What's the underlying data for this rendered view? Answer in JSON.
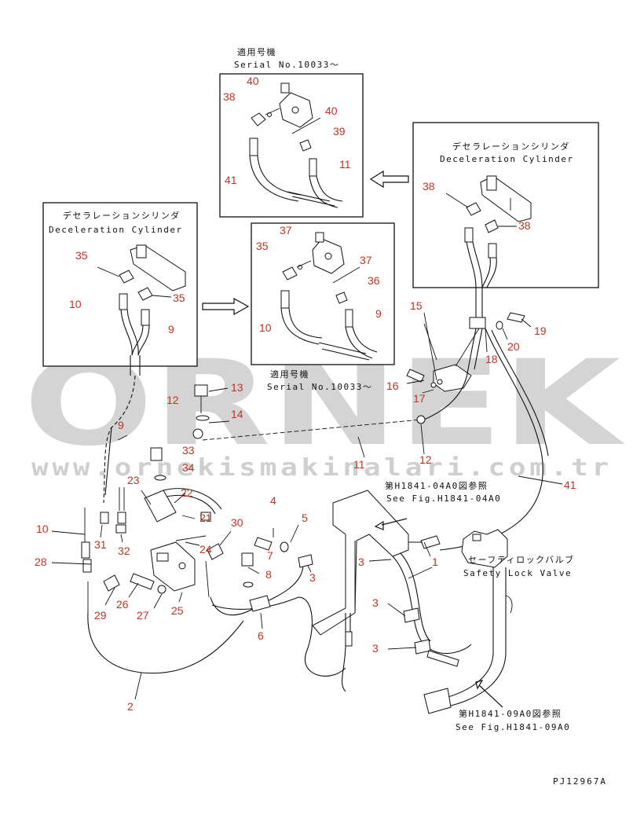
{
  "watermark": {
    "name": "ORNEK",
    "url": "www.ornekismakinalari.com.tr",
    "accent": "#e8c54a",
    "gray": "#d4d4d4"
  },
  "boxes": {
    "top": {
      "note_jp": "適用号機",
      "note_en": "Serial No.10033～"
    },
    "middle": {
      "note_jp": "適用号機",
      "note_en": "Serial No.10033～"
    },
    "left": {
      "title_jp": "デセラレーションシリンダ",
      "title_en": "Deceleration Cylinder"
    },
    "right": {
      "title_jp": "デセラレーションシリンダ",
      "title_en": "Deceleration Cylinder"
    }
  },
  "references": {
    "ref1": {
      "jp": "第H1841-04A0図参照",
      "en": "See Fig.H1841-04A0"
    },
    "ref2": {
      "jp": "第H1841-09A0図参照",
      "en": "See Fig.H1841-09A0"
    },
    "safety_jp": "セーフティロックバルブ",
    "safety_en": "Safety Lock Valve"
  },
  "drawing_code": "PJ12967A",
  "callouts": {
    "c40a": "40",
    "c38a": "38",
    "c40b": "40",
    "c39": "39",
    "c41a": "41",
    "c11a": "11",
    "c38b": "38",
    "c38c": "38",
    "c35a": "35",
    "c10a": "10",
    "c35b": "35",
    "c9a": "9",
    "c37a": "37",
    "c35c": "35",
    "c37b": "37",
    "c36": "36",
    "c10b": "10",
    "c9b": "9",
    "c15": "15",
    "c19": "19",
    "c20": "20",
    "c18": "18",
    "c16": "16",
    "c17": "17",
    "c13": "13",
    "c14": "14",
    "c12a": "12",
    "c12b": "12",
    "c11b": "11",
    "c41b": "41",
    "c9c": "9",
    "c33": "33",
    "c34": "34",
    "c23": "23",
    "c22": "22",
    "c21": "21",
    "c24": "24",
    "c30": "30",
    "c4": "4",
    "c5": "5",
    "c7": "7",
    "c8": "8",
    "c3a": "3",
    "c3b": "3",
    "c3c": "3",
    "c3d": "3",
    "c1": "1",
    "c6": "6",
    "c10c": "10",
    "c28": "28",
    "c31": "31",
    "c32": "32",
    "c29": "29",
    "c26": "26",
    "c27": "27",
    "c25": "25",
    "c2": "2"
  }
}
